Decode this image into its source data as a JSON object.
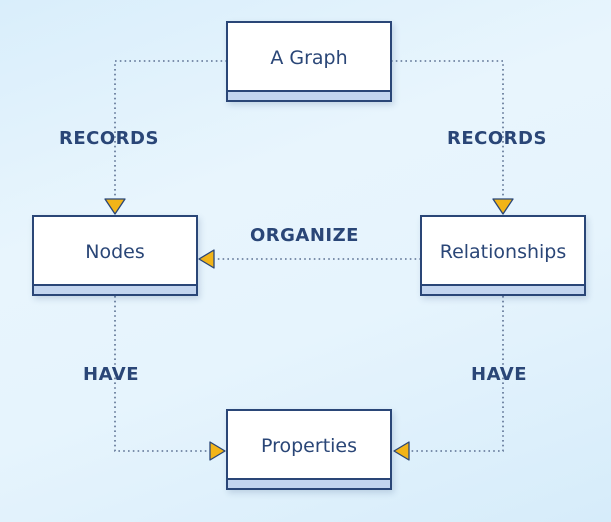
{
  "nodes": {
    "graph": "A Graph",
    "nodes": "Nodes",
    "relationships": "Relationships",
    "properties": "Properties"
  },
  "edges": {
    "records_left": "RECORDS",
    "records_right": "RECORDS",
    "organize": "ORGANIZE",
    "have_left": "HAVE",
    "have_right": "HAVE"
  },
  "colors": {
    "box_border": "#2a4677",
    "box_footer": "#c3d5ef",
    "arrowhead": "#f2b418",
    "connector": "#5a6f91"
  }
}
